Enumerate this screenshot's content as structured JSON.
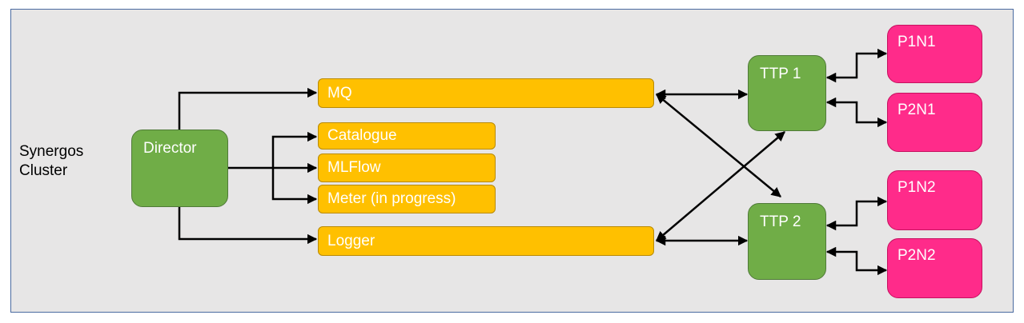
{
  "cluster": {
    "label_line1": "Synergos",
    "label_line2": "Cluster"
  },
  "nodes": {
    "director": "Director",
    "mq": "MQ",
    "catalogue": "Catalogue",
    "mlflow": "MLFlow",
    "meter": "Meter (in progress)",
    "logger": "Logger",
    "ttp1": "TTP 1",
    "ttp2": "TTP 2",
    "p1n1": "P1N1",
    "p2n1": "P2N1",
    "p1n2": "P1N2",
    "p2n2": "P2N2"
  },
  "colors": {
    "frame_fill": "#e7e6e6",
    "frame_border": "#4a6aa0",
    "green_node": "#70ad47",
    "yellow_bar": "#ffc000",
    "pink_node": "#ff2b8a",
    "connector": "#000000"
  }
}
